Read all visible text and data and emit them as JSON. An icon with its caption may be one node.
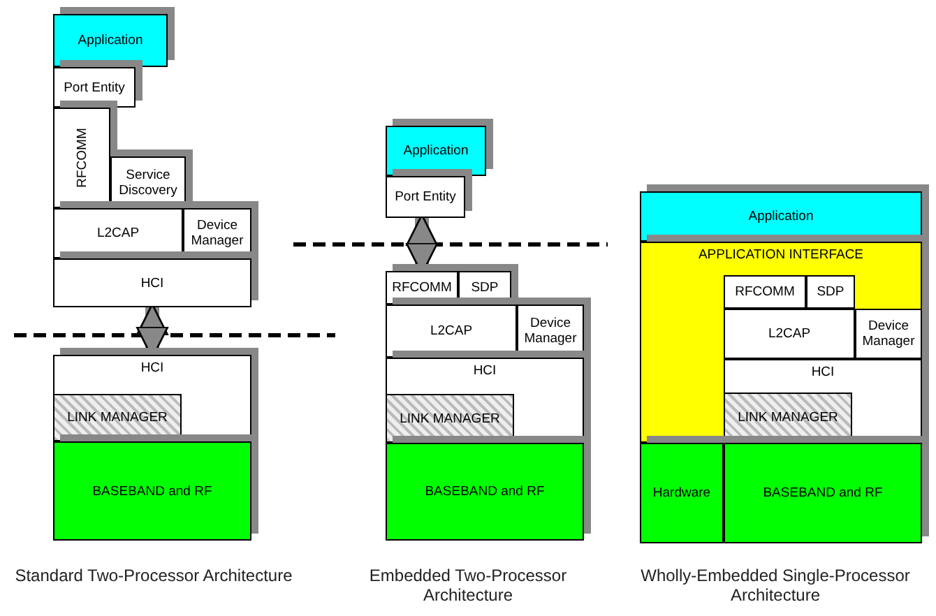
{
  "diagram": {
    "nodes": [
      {
        "text": [
          "Application"
        ]
      },
      {
        "text": [
          "Port Entity"
        ]
      },
      {
        "text": [
          "RFCOMM"
        ]
      },
      {
        "text": [
          "Service Discovery"
        ]
      },
      {
        "text": [
          "L2CAP"
        ]
      },
      {
        "text": [
          "Device Manager"
        ]
      },
      {
        "text": [
          "HCI"
        ]
      },
      {
        "text": [
          "HCI"
        ]
      },
      {
        "text": [
          "LINK MANAGER"
        ],
        "in": 7
      },
      {
        "text": [
          "BASEBAND and RF"
        ]
      },
      {
        "text": [
          "Application"
        ]
      },
      {
        "text": [
          "Port Entity"
        ]
      },
      {
        "text": [
          "RFCOMM"
        ]
      },
      {
        "text": [
          "SDP"
        ]
      },
      {
        "text": [
          "L2CAP"
        ]
      },
      {
        "text": [
          "Device Manager"
        ]
      },
      {
        "text": [
          "HCI"
        ]
      },
      {
        "text": [
          "LINK MANAGER"
        ],
        "in": 16
      },
      {
        "text": [
          "BASEBAND and RF"
        ]
      },
      {
        "text": [
          "Application"
        ]
      },
      {
        "text": [
          "APPLICATION INTERFACE"
        ]
      },
      {
        "text": [
          "RFCOMM"
        ],
        "in": 20
      },
      {
        "text": [
          "SDP"
        ],
        "in": 20
      },
      {
        "text": [
          "L2CAP"
        ],
        "in": 20
      },
      {
        "text": [
          "Device Manager"
        ],
        "in": 20
      },
      {
        "text": [
          "HCI"
        ],
        "in": 20
      },
      {
        "text": [
          "LINK MANAGER"
        ],
        "in": 25
      },
      {
        "text": [
          "Hardware"
        ]
      },
      {
        "text": [
          "BASEBAND and RF"
        ]
      }
    ],
    "edges": [
      {
        "from": 6,
        "to": 7,
        "arrow": "both"
      },
      {
        "from": 11,
        "to": 12,
        "arrow": "both"
      }
    ],
    "labels": [
      "Standard Two-Processor Architecture",
      "Embedded Two-Processor Architecture",
      "Wholly-Embedded Single-Processor Architecture"
    ]
  }
}
